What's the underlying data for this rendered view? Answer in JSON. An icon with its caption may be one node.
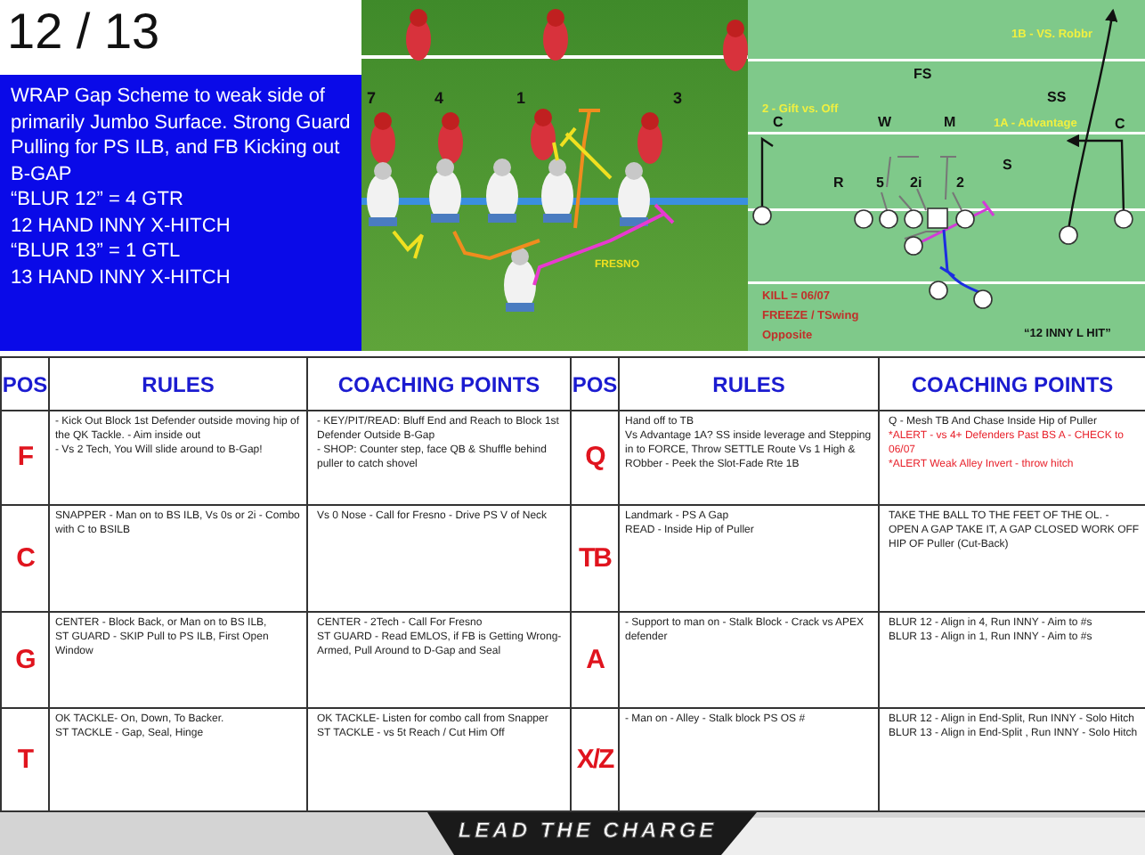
{
  "diagram": {
    "labels": [
      "12 / 13",
      "WRAP Gap Scheme to weak side of primarily Jumbo Surface. Strong Guard Pulling for PS ILB, and FB Kicking out B-GAP",
      "“BLUR 12” = 4 GTR",
      "12 HAND INNY X-HITCH",
      "“BLUR 13” = 1 GTL",
      "13 HAND INNY X-HITCH",
      "7",
      "4",
      "1",
      "3",
      "FRESNO",
      "1B - VS. Robbr",
      "FS",
      "SS",
      "2 - Gift vs. Off",
      "C",
      "W",
      "M",
      "1A - Advantage",
      "C",
      "S",
      "R",
      "5",
      "2i",
      "2",
      "KILL = 06/07",
      "FREEZE / TSwing",
      "Opposite",
      "“12 INNY L HIT”",
      "POS",
      "RULES",
      "COACHING POINTS",
      "POS",
      "RULES",
      "COACHING POINTS",
      "F",
      "- Kick Out Block 1st Defender outside moving hip of the QK Tackle. - Aim inside out",
      "- Vs 2 Tech, You Will slide around to B-Gap!",
      "- KEY/PIT/READ: Bluff End and Reach to Block 1st Defender Outside B-Gap",
      "- SHOP: Counter step, face QB & Shuffle behind puller to catch shovel",
      "Q",
      "Hand off to TB",
      "Vs Advantage 1A? SS inside leverage and Stepping in to FORCE, Throw SETTLE Route   Vs 1 High & RObber - Peek the Slot-Fade Rte 1B",
      "Q - Mesh TB And Chase Inside Hip of Puller",
      "*ALERT - vs 4+ Defenders Past BS A - CHECK to 06/07",
      "*ALERT Weak Alley Invert - throw hitch",
      "C",
      "SNAPPER - Man on to BS ILB, Vs 0s or 2i - Combo with C to BSILB",
      "Vs 0 Nose - Call for Fresno - Drive PS V of Neck",
      "TB",
      "Landmark - PS A Gap",
      "READ - Inside Hip of Puller",
      "TAKE THE BALL TO THE FEET OF THE OL. - OPEN A GAP TAKE IT, A GAP CLOSED WORK OFF HIP OF Puller (Cut-Back)",
      "G",
      "CENTER - Block Back, or Man on to BS ILB,",
      "ST GUARD - SKIP Pull to PS ILB, First Open Window",
      "CENTER - 2Tech - Call For Fresno",
      "ST GUARD - Read EMLOS, if FB is Getting Wrong-Armed, Pull Around to D-Gap and Seal",
      "A",
      "- Support to man on - Stalk Block - Crack vs APEX defender",
      "BLUR 12 - Align in 4, Run INNY - Aim to #s",
      "BLUR 13 - Align in 1, Run INNY - Aim to #s",
      "T",
      "OK TACKLE- On, Down, To Backer.",
      "ST TACKLE - Gap, Seal, Hinge",
      "OK TACKLE- Listen for combo call from Snapper",
      "ST TACKLE - vs 5t Reach / Cut Him Off",
      "X/Z",
      "- Man on - Alley - Stalk block PS OS #",
      "BLUR 12 - Align in End-Split, Run INNY - Solo Hitch",
      "BLUR 13 - Align in End-Split , Run INNY - Solo Hitch",
      "LEAD THE CHARGE"
    ]
  }
}
